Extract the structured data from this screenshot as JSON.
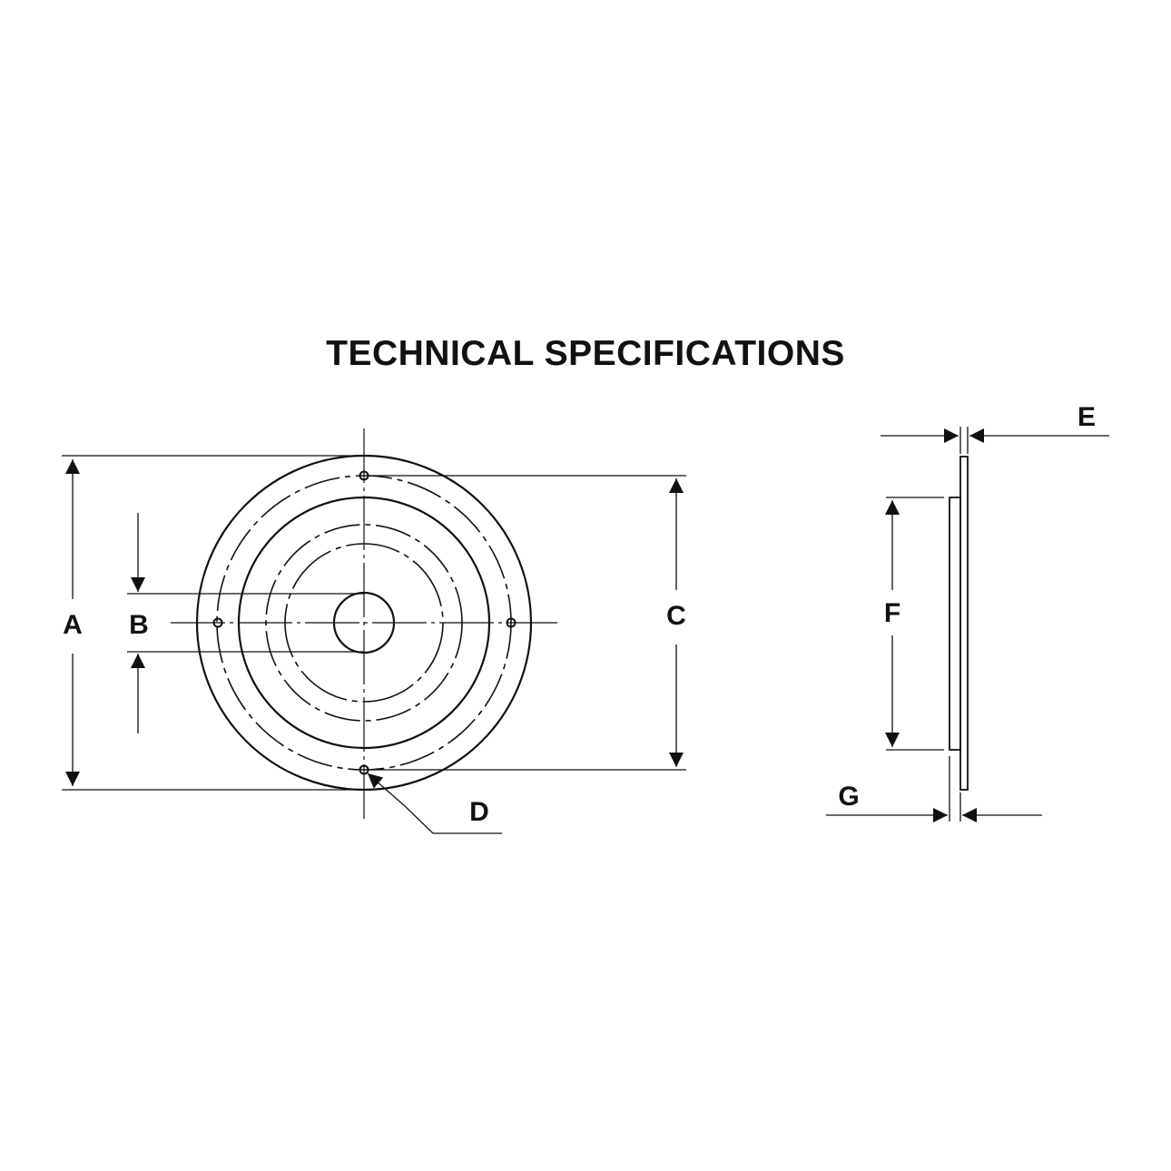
{
  "title": "TECHNICAL SPECIFICATIONS",
  "dimensions": {
    "A": "A",
    "B": "B",
    "C": "C",
    "D": "D",
    "E": "E",
    "F": "F",
    "G": "G"
  },
  "colors": {
    "line": "#111111",
    "background": "#ffffff"
  }
}
